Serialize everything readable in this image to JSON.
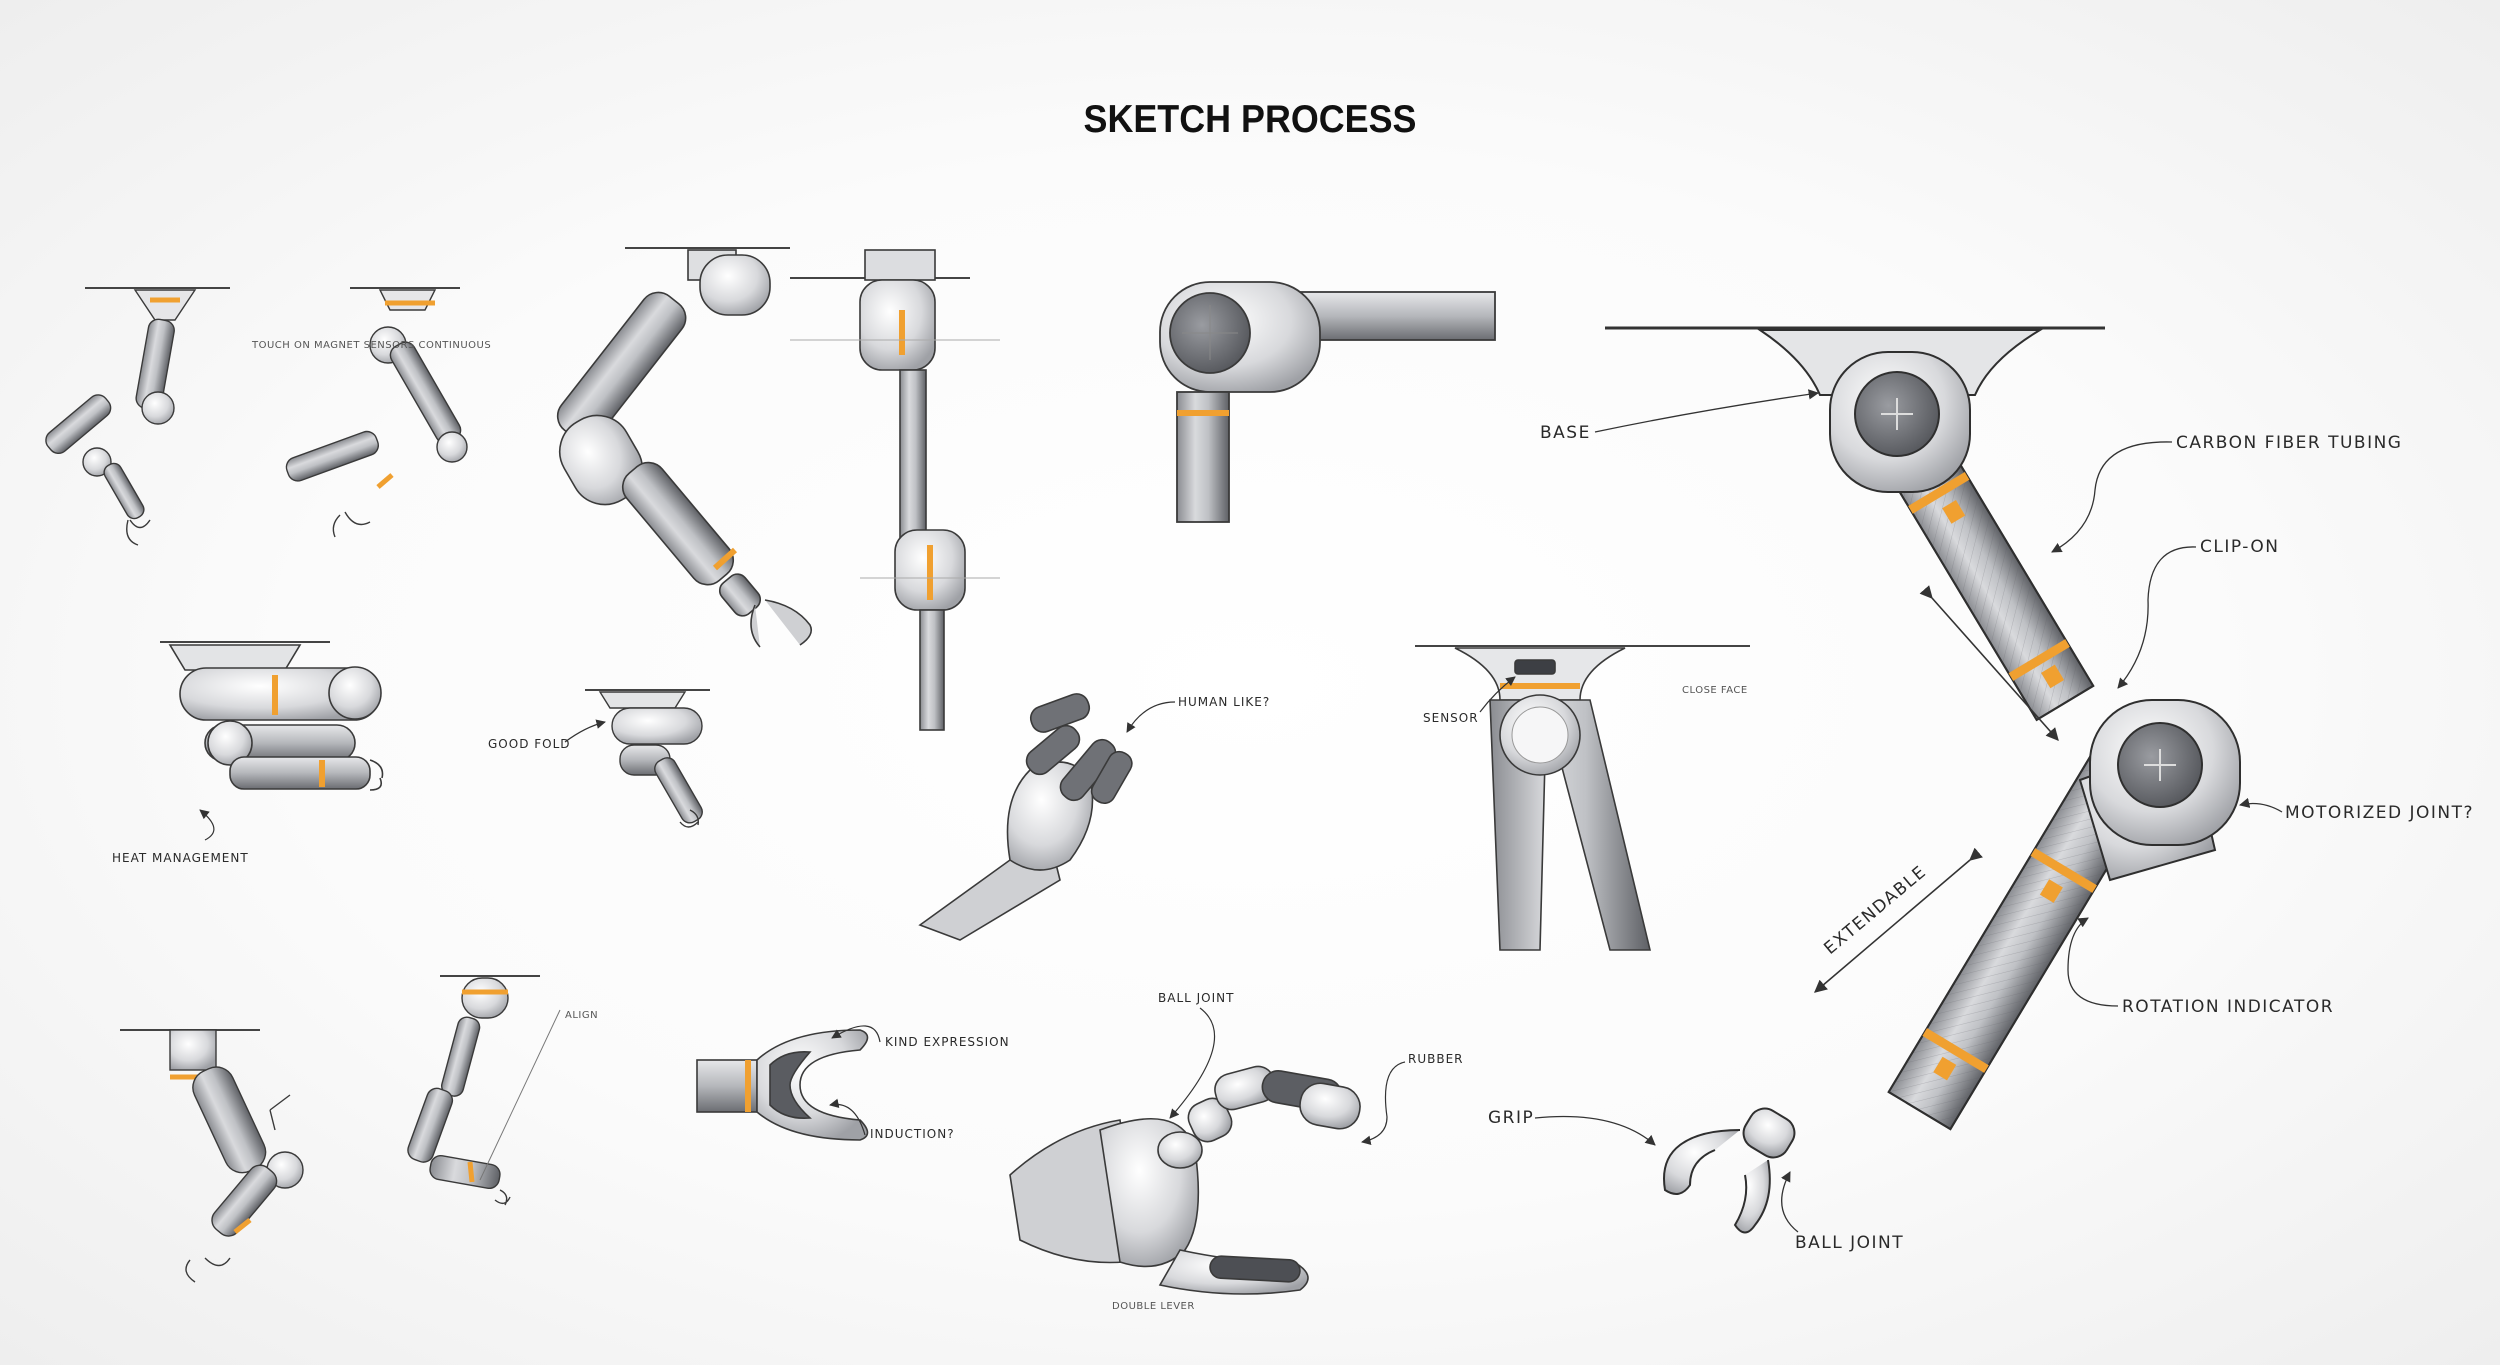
{
  "page": {
    "title": "SKETCH PROCESS"
  },
  "colors": {
    "accent_orange": "#f0a030",
    "metal_light": "#e9e9ea",
    "metal_mid": "#c4c5c8",
    "metal_dark": "#6d6f74",
    "ink": "#3a3a3a"
  },
  "annotations": {
    "base": "BASE",
    "carbon_fiber_tubing": "CARBON FIBER TUBING",
    "clip_on": "CLIP-ON",
    "motorized_joint": "MOTORIZED JOINT?",
    "extendable": "EXTENDABLE",
    "rotation_indicator": "ROTATION INDICATOR",
    "grip": "GRIP",
    "ball_joint_main": "BALL JOINT",
    "sensor": "SENSOR",
    "human_like": "HUMAN LIKE?",
    "kind_expression": "KIND EXPRESSION",
    "induction": "INDUCTION?",
    "ball_joint_hand": "BALL JOINT",
    "rubber": "RUBBER",
    "double_lever": "DOUBLE LEVER",
    "heat_management": "HEAT MANAGEMENT",
    "good_fold": "GOOD FOLD",
    "top_small_note": "TOUCH ON MAGNET SENSORS CONTINUOUS",
    "right_small_note": "CLOSE FACE",
    "bottom_small_note": "ALIGN"
  }
}
